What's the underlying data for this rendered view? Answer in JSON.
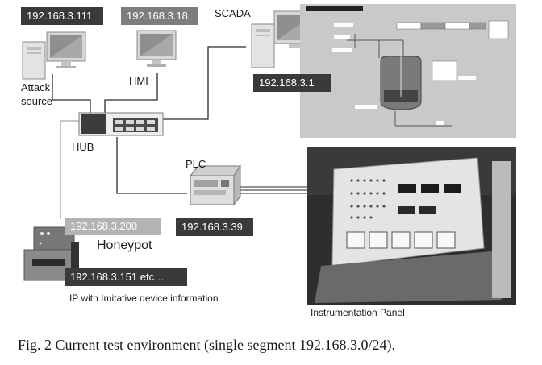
{
  "nodes": {
    "attack_source": {
      "ip": "192.168.3.111",
      "label_line1": "Attack",
      "label_line2": "source"
    },
    "hmi": {
      "ip": "192.168.3.18",
      "label": "HMI"
    },
    "scada": {
      "ip": "192.168.3.1",
      "label": "SCADA"
    },
    "hub": {
      "label": "HUB"
    },
    "plc": {
      "ip": "192.168.3.39",
      "label": "PLC"
    },
    "honeypot": {
      "ip": "192.168.3.200",
      "label": "Honeypot",
      "extra_ip": "192.168.3.151 etc…",
      "description": "IP with Imitative device information"
    },
    "instrumentation_panel": {
      "label": "Instrumentation Panel"
    }
  },
  "caption": "Fig. 2    Current test environment (single segment 192.168.3.0/24)."
}
